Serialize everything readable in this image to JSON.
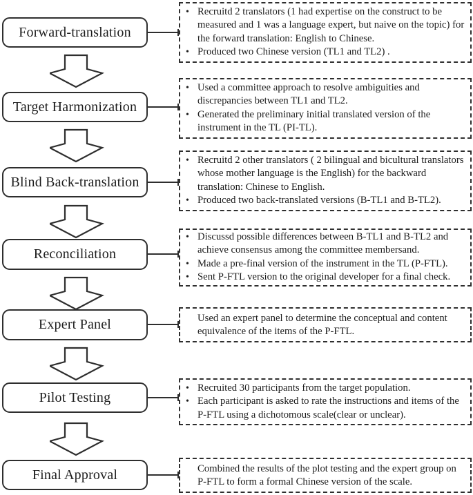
{
  "diagram": {
    "type": "flowchart",
    "colors": {
      "line": "#2e2e2e",
      "text": "#1c1c1c",
      "background": "#ffffff"
    },
    "stages": [
      {
        "label": "Forward-translation",
        "details": [
          "Recruitd 2 translators (1 had expertise on the construct to be measured and 1 was a language expert, but naive on the topic) for the forward translation: English to Chinese.",
          "Produced two Chinese version (TL1 and TL2) ."
        ]
      },
      {
        "label": "Target Harmonization",
        "details": [
          "Used a committee approach to resolve ambiguities and discrepancies between TL1 and TL2.",
          "Generated the preliminary initial translated version of the instrument in the TL (PI-TL)."
        ]
      },
      {
        "label": "Blind Back-translation",
        "details": [
          "Recruitd 2 other translators ( 2 bilingual and bicultural translators whose mother language is the English) for the backward translation: Chinese to English.",
          "Produced two back-translated versions (B-TL1 and B-TL2)."
        ]
      },
      {
        "label": "Reconciliation",
        "details": [
          "Discussd possible differences between B-TL1 and B-TL2 and achieve consensus among the committee membersand.",
          "Made a pre-final version of the instrument in the TL (P-FTL).",
          "Sent P-FTL version to the original developer for a final check."
        ]
      },
      {
        "label": "Expert Panel",
        "details": [
          "Used an expert panel to determine the conceptual and content equivalence of the items of the P-FTL."
        ]
      },
      {
        "label": "Pilot Testing",
        "details": [
          "Recruited 30 participants from the target population.",
          "Each participant is asked to rate the instructions and items of the P-FTL using a dichotomous scale(clear or unclear)."
        ]
      },
      {
        "label": "Final Approval",
        "details": [
          "Combined the results of the plot testing and the expert group on P-FTL to form a formal Chinese version of the scale."
        ]
      }
    ]
  }
}
